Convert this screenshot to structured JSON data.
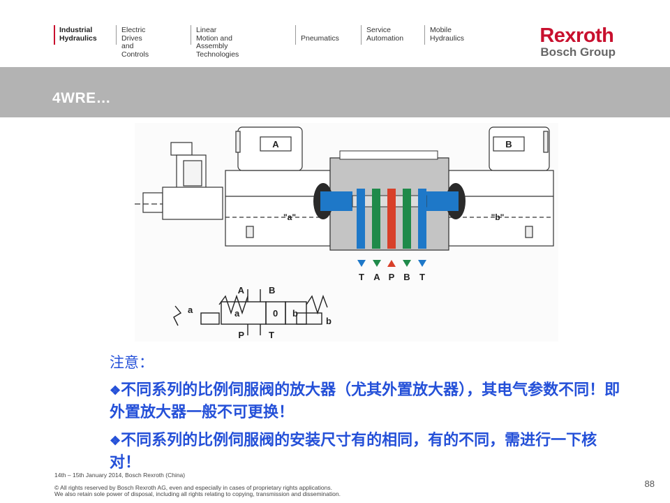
{
  "header": {
    "nav": [
      {
        "line1": "Industrial",
        "line2": "Hydraulics"
      },
      {
        "line1": "Electric Drives",
        "line2": "and Controls"
      },
      {
        "line1": "Linear Motion and",
        "line2": "Assembly Technologies"
      },
      {
        "line1": "",
        "line2": "Pneumatics"
      },
      {
        "line1": "Service",
        "line2": "Automation"
      },
      {
        "line1": "Mobile",
        "line2": "Hydraulics"
      }
    ],
    "logo_brand": "Rexroth",
    "logo_group": "Bosch Group"
  },
  "title": "4WRE…",
  "figure": {
    "solenoid_a": "A",
    "solenoid_b": "B",
    "side_a": "\"a\"",
    "side_b": "\"b\"",
    "ports": [
      "T",
      "A",
      "P",
      "B",
      "T"
    ],
    "symbol": {
      "top_a": "A",
      "top_b": "B",
      "bottom_p": "P",
      "bottom_t": "T",
      "pos_a": "a",
      "pos_0": "0",
      "pos_b": "b",
      "left_label": "a",
      "right_label": "b"
    },
    "colors": {
      "tank": "#1e78c8",
      "work": "#1f8a4a",
      "pressure": "#d8402a",
      "body": "#c4c4c4"
    }
  },
  "notes": {
    "heading": "注意：",
    "bullet_marker": "❖",
    "bullets": [
      "不同系列的比例伺服阀的放大器（尤其外置放大器），其电气参数不同！即外置放大器一般不可更换！",
      "不同系列的比例伺服阀的安装尺寸有的相同，有的不同，需进行一下核对！"
    ]
  },
  "footer": {
    "line1": "14th – 15th January 2014, Bosch Rexroth (China)",
    "line2": "© All rights reserved by Bosch Rexroth AG, even and especially in cases of proprietary rights applications.",
    "line3": "We also retain sole power of disposal, including all rights relating to copying, transmission and dissemination."
  },
  "page_number": "88"
}
